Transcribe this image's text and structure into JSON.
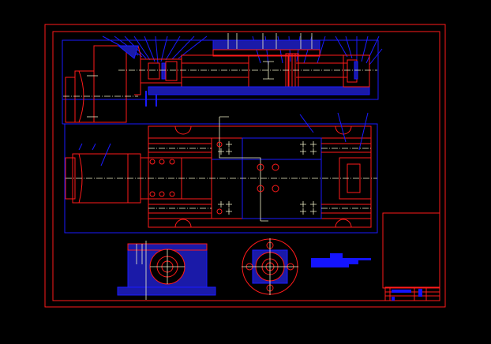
{
  "colors": {
    "background": "#000000",
    "outline": "#ff1a1a",
    "dimension": "#1a1aff",
    "centerline": "#f0f0c8"
  },
  "views": [
    "top-section-view",
    "plan-view",
    "bearing-block-section",
    "flange-end-view",
    "title-block"
  ]
}
